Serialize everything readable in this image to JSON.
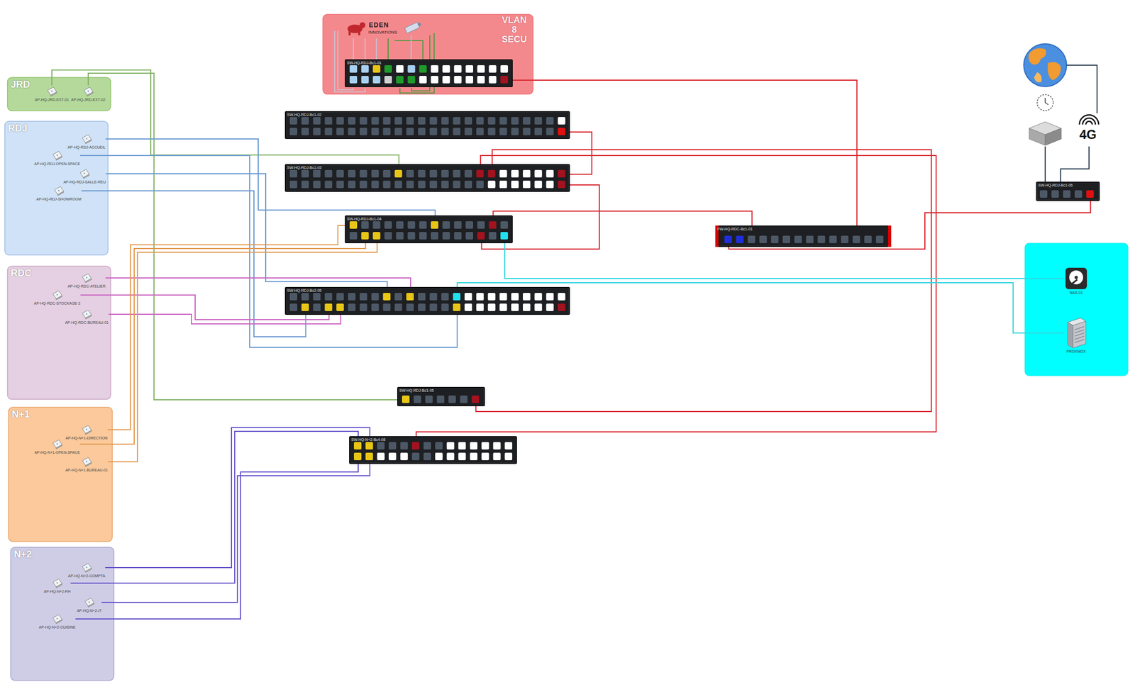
{
  "diagram": {
    "nodes": [
      {
        "text": [
          "JRD"
        ]
      },
      {
        "text": [
          "AP-HQ-JRD-EXT-01"
        ],
        "in": 0
      },
      {
        "text": [
          "AP-HQ-JRD-EXT-02"
        ],
        "in": 0
      },
      {
        "text": [
          "RDJ"
        ]
      },
      {
        "text": [
          "AP-HQ-RDJ-ACCUEIL"
        ],
        "in": 3
      },
      {
        "text": [
          "AP-HQ-RDJ-OPEN-SPACE"
        ],
        "in": 3
      },
      {
        "text": [
          "AP-HQ-RDJ-SALLE-REU"
        ],
        "in": 3
      },
      {
        "text": [
          "AP-HQ-RDJ-SHOWROOM"
        ],
        "in": 3
      },
      {
        "text": [
          "RDC"
        ]
      },
      {
        "text": [
          "AP-HQ-RDC-ATELIER"
        ],
        "in": 8
      },
      {
        "text": [
          "AP-HQ-RDC-STOCKAGE-2"
        ],
        "in": 8
      },
      {
        "text": [
          "AP-HQ-RDC-BUREAU-01"
        ],
        "in": 8
      },
      {
        "text": [
          "N+1"
        ]
      },
      {
        "text": [
          "AP-HQ-N+1-DIRECTION"
        ],
        "in": 12
      },
      {
        "text": [
          "AP-HQ-N+1-OPEN-SPACE"
        ],
        "in": 12
      },
      {
        "text": [
          "AP-HQ-N+1-BUREAU-01"
        ],
        "in": 12
      },
      {
        "text": [
          "N+2"
        ]
      },
      {
        "text": [
          "AP-HQ-N+2-COMPTA"
        ],
        "in": 16
      },
      {
        "text": [
          "AP-HQ-N+2-RH"
        ],
        "in": 16
      },
      {
        "text": [
          "AP-HQ-N+2-IT"
        ],
        "in": 16
      },
      {
        "text": [
          "AP-HQ-N+2-CUISINE"
        ],
        "in": 16
      },
      {
        "text": [
          "VLAN 8 SECU"
        ]
      },
      {
        "text": [
          "SW-HQ-RDJ-Bc1-01"
        ],
        "in": 21
      },
      {
        "text": [
          "SW-HQ-RDJ-Bc1-02"
        ]
      },
      {
        "text": [
          "SW-HQ-RDJ-Bc1-03"
        ]
      },
      {
        "text": [
          "SW-HQ-RDJ-Bc1-04"
        ]
      },
      {
        "text": [
          "SW-HQ-RDJ-Bc2-05"
        ]
      },
      {
        "text": [
          "SW-HQ-RDJ-Bc1-05"
        ]
      },
      {
        "text": [
          "SW-HQ-N+2-Bc4-08"
        ]
      },
      {
        "text": [
          "FW-HQ-RDC-Bc1-01"
        ]
      },
      {
        "text": [
          "SW-HQ-RDJ-Bc1-06"
        ]
      },
      {
        "text": [
          "NAS-01"
        ]
      },
      {
        "text": [
          "PROXMOX"
        ]
      }
    ],
    "edges": [
      {
        "from": 1,
        "to": 24,
        "arrow": "none"
      },
      {
        "from": 2,
        "to": 27,
        "arrow": "none"
      },
      {
        "from": 4,
        "to": 25,
        "arrow": "none"
      },
      {
        "from": 5,
        "to": 26,
        "arrow": "none"
      },
      {
        "from": 6,
        "to": 26,
        "arrow": "none"
      },
      {
        "from": 7,
        "to": 26,
        "arrow": "none"
      },
      {
        "from": 9,
        "to": 26,
        "arrow": "none"
      },
      {
        "from": 10,
        "to": 26,
        "arrow": "none"
      },
      {
        "from": 11,
        "to": 26,
        "arrow": "none"
      },
      {
        "from": 13,
        "to": 25,
        "arrow": "none"
      },
      {
        "from": 14,
        "to": 25,
        "arrow": "none"
      },
      {
        "from": 15,
        "to": 25,
        "arrow": "none"
      },
      {
        "from": 17,
        "to": 28,
        "arrow": "none"
      },
      {
        "from": 18,
        "to": 28,
        "arrow": "none"
      },
      {
        "from": 19,
        "to": 28,
        "arrow": "none"
      },
      {
        "from": 20,
        "to": 28,
        "arrow": "none"
      },
      {
        "from": 22,
        "to": 29,
        "arrow": "none"
      },
      {
        "from": 23,
        "to": 24,
        "arrow": "none"
      },
      {
        "from": 24,
        "to": 25,
        "arrow": "none"
      },
      {
        "from": 24,
        "to": 28,
        "arrow": "none"
      },
      {
        "from": 24,
        "to": 27,
        "arrow": "none"
      },
      {
        "from": 25,
        "to": 29,
        "arrow": "none"
      },
      {
        "from": 29,
        "to": 30,
        "arrow": "none"
      },
      {
        "from": 25,
        "to": 31,
        "arrow": "none"
      },
      {
        "from": 26,
        "to": 32,
        "arrow": "none"
      }
    ],
    "labels": [
      "EDEN",
      "INNOVATIONS",
      "4G"
    ]
  }
}
